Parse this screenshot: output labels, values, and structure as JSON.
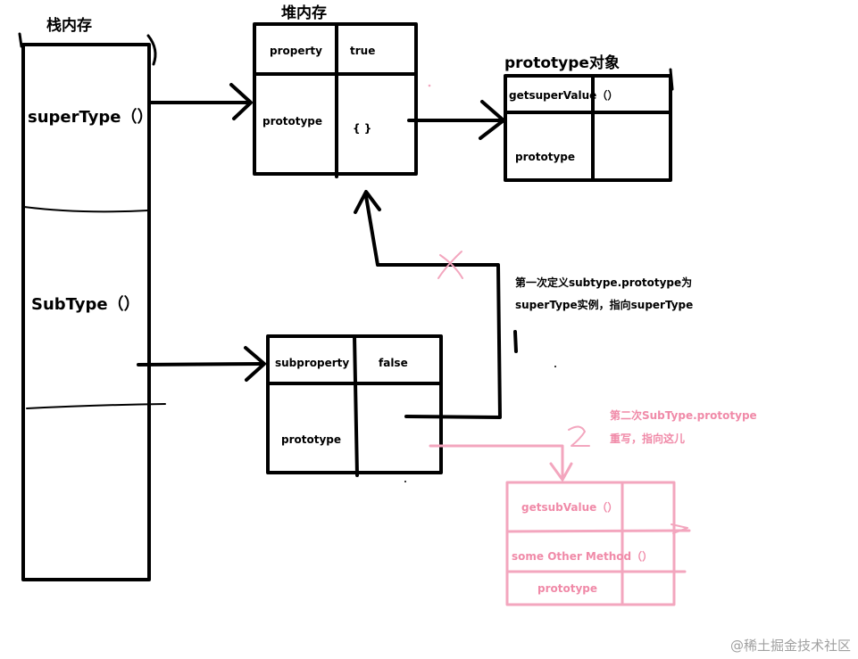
{
  "colors": {
    "ink": "#000000",
    "pink": "#f3a6be",
    "pink_text": "#f08aa8",
    "watermark": "#a0a0a0"
  },
  "stack": {
    "title": "栈内存",
    "item_super": "superType（）",
    "item_sub": "SubType（）"
  },
  "heap": {
    "title": "堆内存",
    "row1_key": "property",
    "row1_val": "true",
    "row2_key": "prototype",
    "row2_val": "{ }"
  },
  "proto_obj": {
    "title": "prototype对象",
    "row1": "getsuperValue（）",
    "row2": "prototype"
  },
  "sub_instance": {
    "row1_key": "subproperty",
    "row1_val": "false",
    "row2_key": "prototype"
  },
  "new_proto": {
    "row1": "getsubValue（）",
    "row2": "some Other Method（）",
    "row3": "prototype"
  },
  "notes": {
    "first_line1": "第一次定义subtype.prototype为",
    "first_line2": "superType实例，指向superType",
    "second_line1": "第二次SubType.prototype",
    "second_line2": "重写，指向这儿",
    "mark_x": "X",
    "mark_two": "2"
  },
  "watermark": "@稀土掘金技术社区"
}
